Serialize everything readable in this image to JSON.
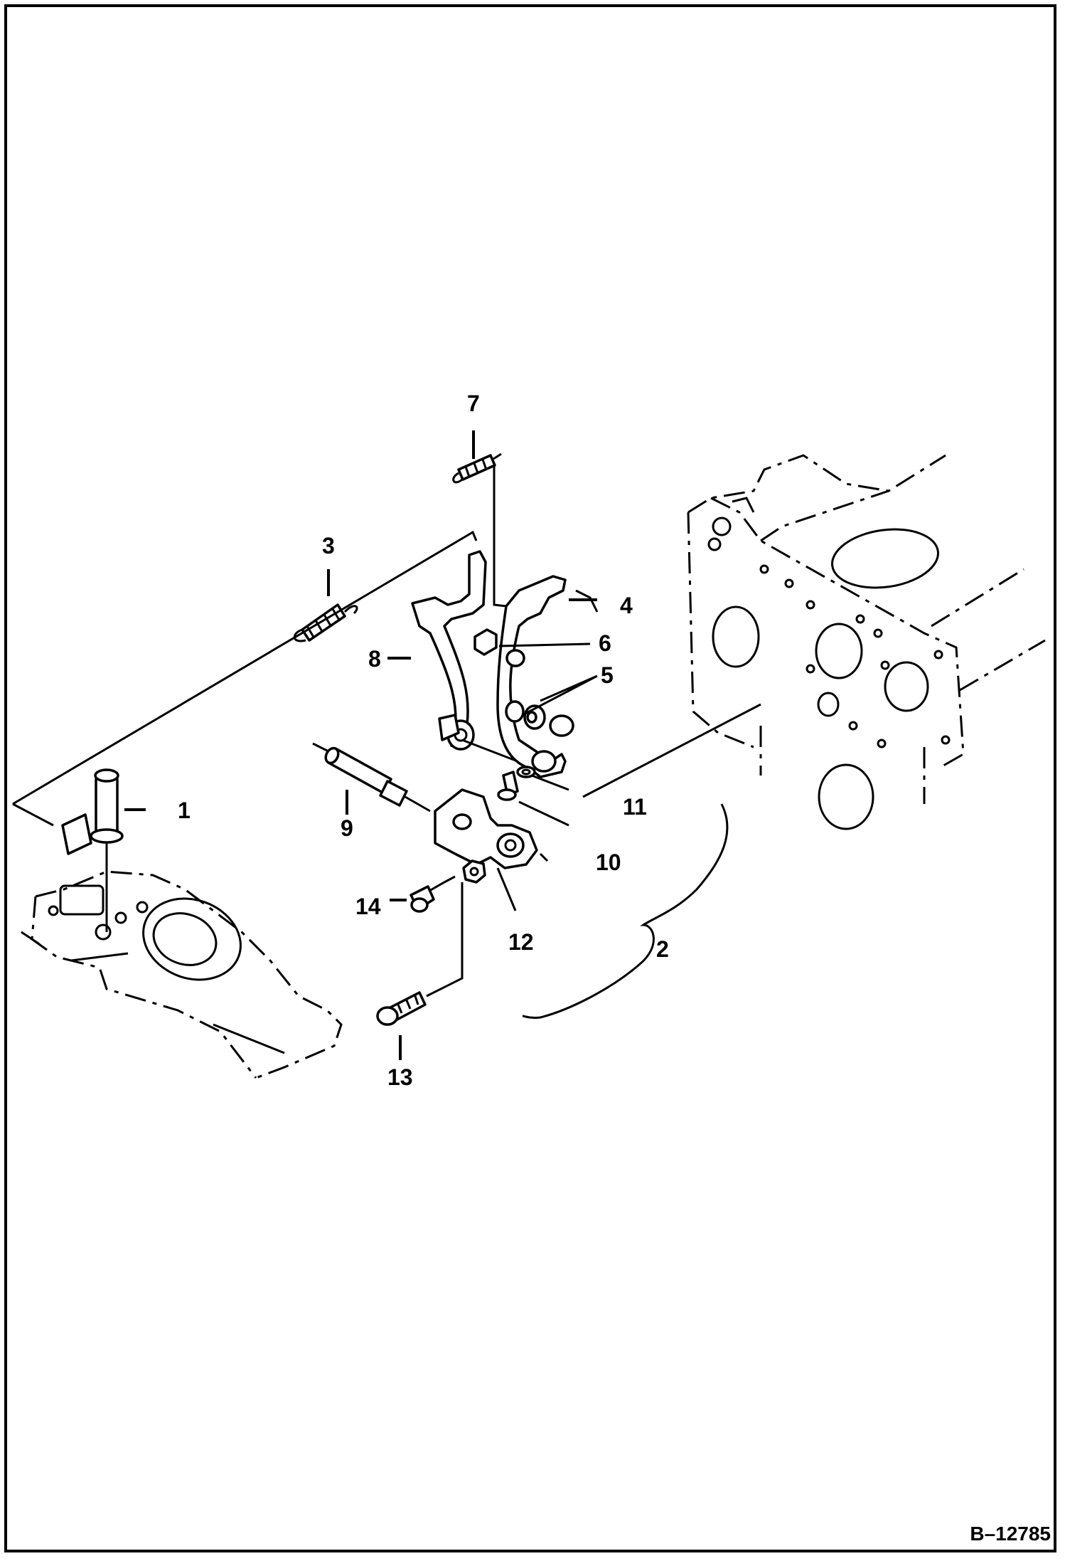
{
  "diagram": {
    "callouts": [
      {
        "id": "1",
        "label": "1"
      },
      {
        "id": "2",
        "label": "2"
      },
      {
        "id": "3",
        "label": "3"
      },
      {
        "id": "4",
        "label": "4"
      },
      {
        "id": "5",
        "label": "5"
      },
      {
        "id": "6",
        "label": "6"
      },
      {
        "id": "7",
        "label": "7"
      },
      {
        "id": "8",
        "label": "8"
      },
      {
        "id": "9",
        "label": "9"
      },
      {
        "id": "10",
        "label": "10"
      },
      {
        "id": "11",
        "label": "11"
      },
      {
        "id": "12",
        "label": "12"
      },
      {
        "id": "13",
        "label": "13"
      },
      {
        "id": "14",
        "label": "14"
      }
    ],
    "reference_code": "B–12785"
  }
}
